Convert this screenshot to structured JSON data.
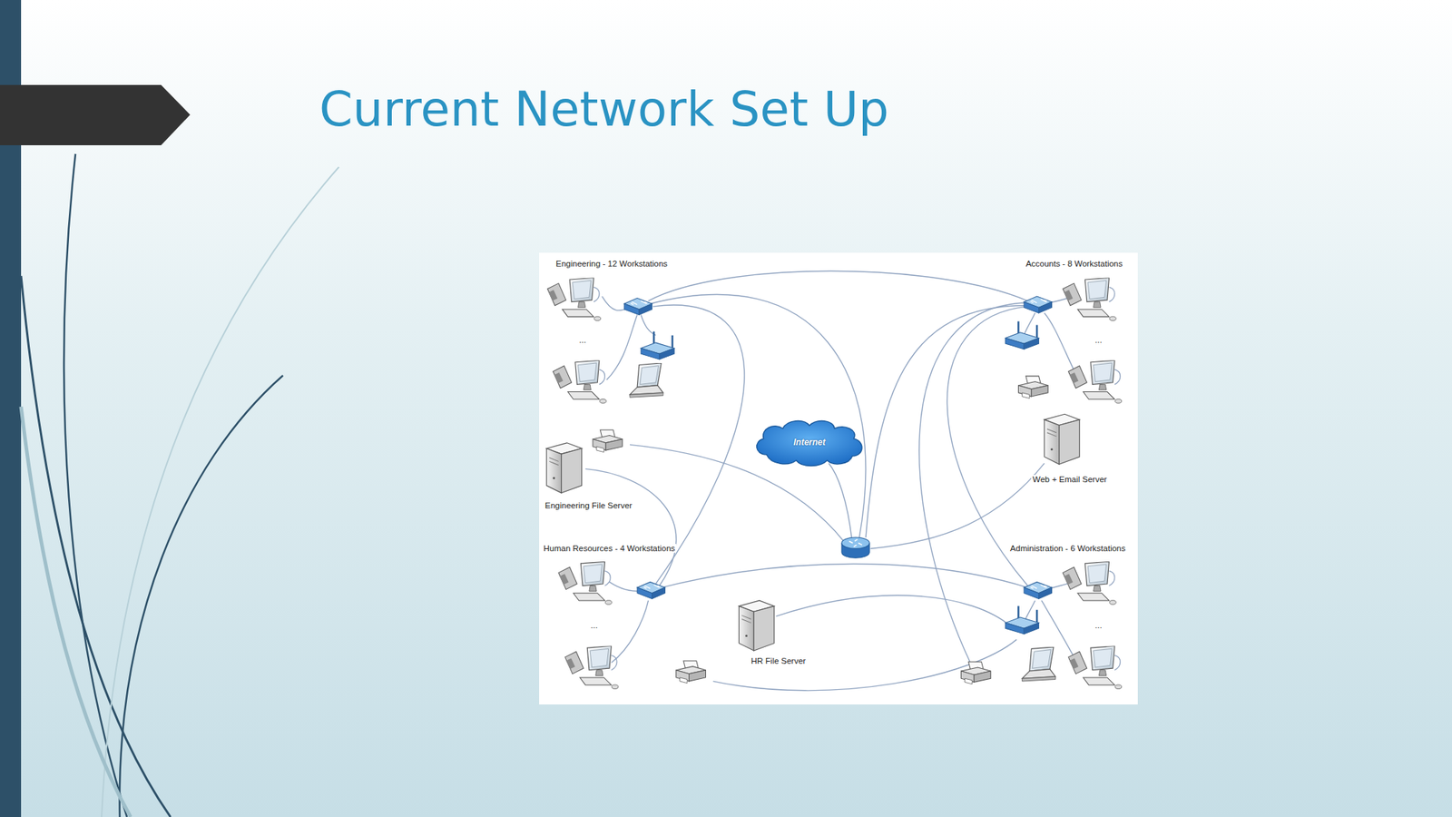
{
  "diagram": {
    "title": "Current Network Set Up",
    "nodes": [
      {
        "text": [
          "Engineering File Server"
        ]
      },
      {
        "text": [
          "Internet"
        ]
      },
      {
        "text": [
          "Web + Email Server"
        ]
      },
      {
        "text": [
          "HR File Server"
        ]
      }
    ],
    "labels": [
      "Engineering - 12 Workstations",
      "Accounts - 8 Workstations",
      "Human Resources - 4 Workstations",
      "Administration - 6 Workstations",
      "...",
      "...",
      "...",
      "..."
    ]
  }
}
